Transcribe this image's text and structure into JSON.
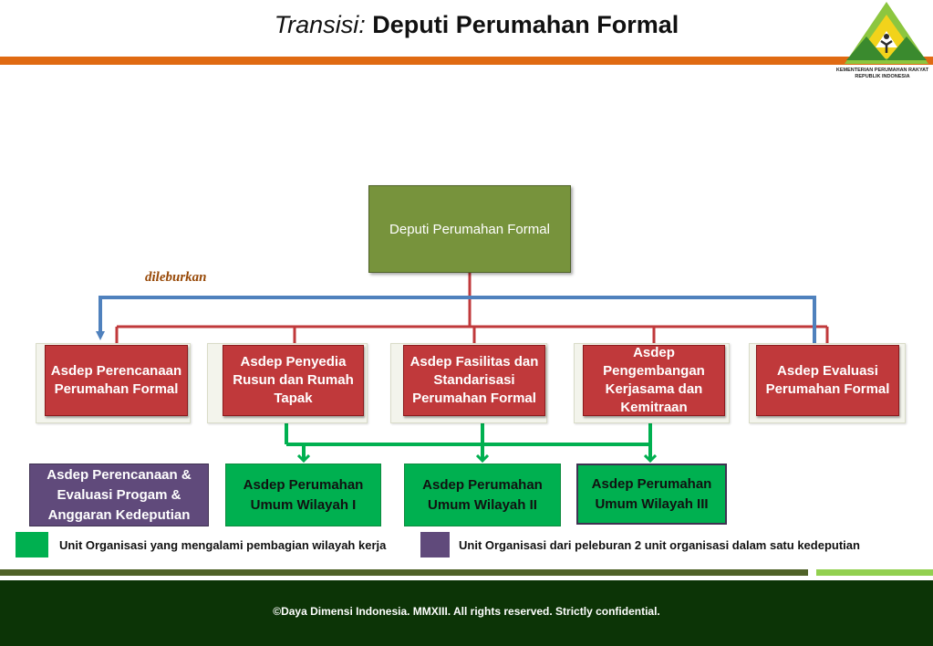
{
  "header": {
    "title_italic": "Transisi:",
    "title_bold": "Deputi Perumahan Formal",
    "logo_caption_line1": "KEMENTERIAN PERUMAHAN RAKYAT",
    "logo_caption_line2": "REPUBLIK INDONESIA"
  },
  "diagram": {
    "root": "Deputi Perumahan Formal",
    "merge_label": "dileburkan",
    "asdep": [
      "Asdep Perencanaan Perumahan Formal",
      "Asdep Penyedia Rusun dan Rumah Tapak",
      "Asdep Fasilitas dan Standarisasi Perumahan Formal",
      "Asdep Pengembangan Kerjasama dan Kemitraan",
      "Asdep Evaluasi Perumahan Formal"
    ],
    "merged_unit": "Asdep Perencanaan & Evaluasi Progam & Anggaran Kedeputian",
    "regional_units": [
      "Asdep Perumahan Umum Wilayah I",
      "Asdep Perumahan Umum Wilayah II",
      "Asdep Perumahan Umum Wilayah III"
    ]
  },
  "legend": {
    "green_label": "Unit Organisasi  yang mengalami pembagian wilayah kerja",
    "purple_label": "Unit Organisasi  dari peleburan 2 unit organisasi dalam satu kedeputian"
  },
  "colors": {
    "root_green": "#77933c",
    "asdep_red": "#c0393b",
    "regional_green": "#00b050",
    "merged_purple": "#604a7b",
    "merge_arrow_blue": "#4f81bd",
    "header_orange": "#e06a12",
    "footer_dark_green": "#0c3406"
  },
  "footer": {
    "copyright": "©Daya Dimensi Indonesia. MMXIII. All rights reserved. Strictly confidential."
  }
}
